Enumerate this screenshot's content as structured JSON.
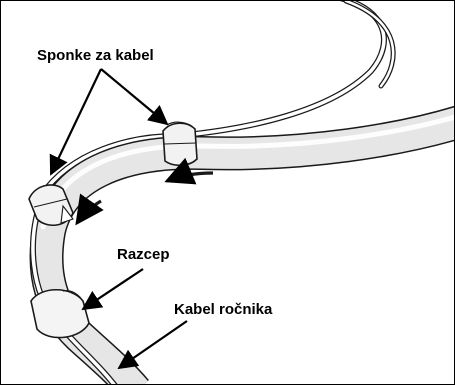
{
  "labels": {
    "cable_clips": "Sponke za kabel",
    "split": "Razcep",
    "handset_cable": "Kabel ročnika"
  },
  "colors": {
    "hose_fill": "#e6e6e6",
    "hose_outline": "#1a1a1a",
    "arrow": "#000000",
    "border": "#000000"
  },
  "icons": [
    "cable-clip-icon",
    "cable-clip-icon",
    "push-arrow-icon",
    "push-arrow-icon"
  ]
}
